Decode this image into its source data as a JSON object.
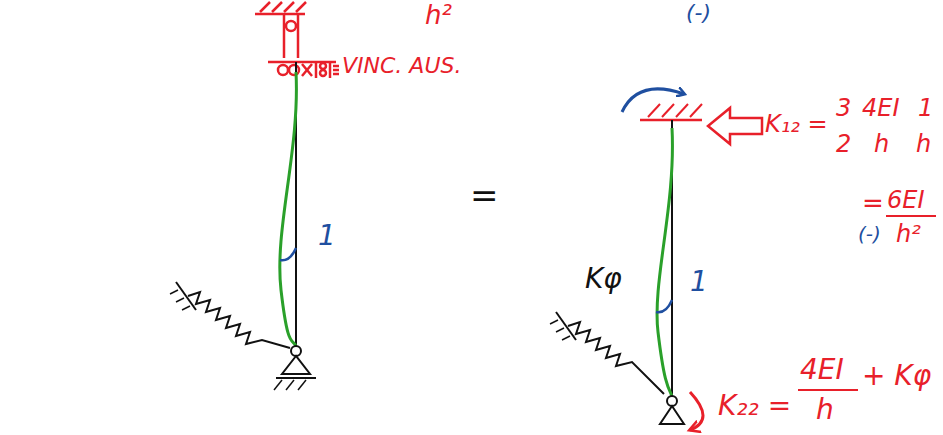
{
  "diagram": {
    "labels": [
      "h²",
      "VINC. AUS.",
      "1",
      "=",
      "(-)",
      "K₁₂ =",
      "3",
      "2",
      "4EI",
      "h",
      "1",
      "h",
      "=",
      "6EI",
      "(-)",
      "h²",
      "Kφ",
      "1",
      "K₂₂ =",
      "4EI",
      "h",
      "+ Kφ"
    ]
  }
}
